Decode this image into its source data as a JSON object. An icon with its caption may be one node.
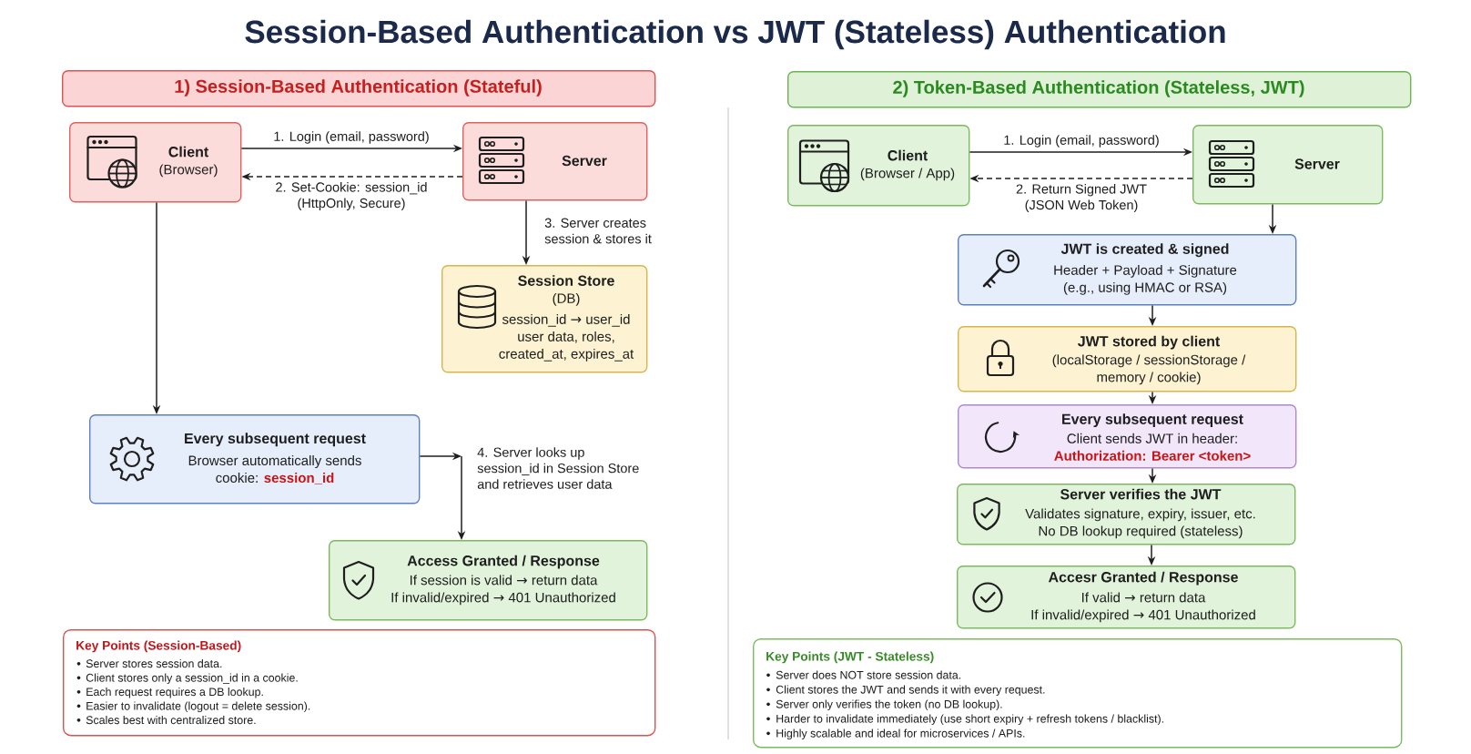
{
  "diagram": {
    "title": "Session-Based Authentication vs JWT (Stateless) Authentication",
    "nodes": [
      {
        "text": [
          "1) Session-Based Authentication (Stateful)"
        ]
      },
      {
        "text": [
          "Client",
          "(Browser)"
        ]
      },
      {
        "text": [
          "Server"
        ]
      },
      {
        "text": [
          "Session Store",
          "(DB)",
          "session_id → user_id",
          "user data, roles, created_at, expires_at"
        ]
      },
      {
        "text": [
          "Every subsequent request",
          "Browser automatically sends cookie:",
          "session_id"
        ]
      },
      {
        "text": [
          "Access Granted / Response",
          "If session is valid → return data",
          "If invalid/expired → 401 Unauthorized"
        ]
      },
      {
        "text": [
          "Key Points (Session-Based)",
          "Server stores session data.",
          "Client stores only a session_id in a cookie.",
          "Each request requires a DB lookup.",
          "Easier to invalidate (logout = delete session).",
          "Scales best with centralized store."
        ]
      },
      {
        "text": [
          "2) Token-Based Authentication (Stateless, JWT)"
        ]
      },
      {
        "text": [
          "Client",
          "(Browser / App)"
        ]
      },
      {
        "text": [
          "Server"
        ]
      },
      {
        "text": [
          "JWT is created & signed",
          "Header + Payload + Signature",
          "(e.g., using HMAC or RSA)"
        ]
      },
      {
        "text": [
          "JWT stored by client",
          "(localStorage / sessionStorage / memory / cookie)"
        ]
      },
      {
        "text": [
          "Every subsequent request",
          "Client sends JWT in header:",
          "Authorization: Bearer <token>"
        ]
      },
      {
        "text": [
          "Server verifies the JWT",
          "Validates signature, expiry, issuer, etc.",
          "No DB lookup required (stateless)"
        ]
      },
      {
        "text": [
          "Accesr Granted / Response",
          "If valid → return data",
          "If invalid/expired → 401 Unauthorized"
        ]
      },
      {
        "text": [
          "Key Points (JWT - Stateless)",
          "Server does NOT store session data.",
          "Client stores the JWT and sends it with every request.",
          "Server only verifies the token (no DB lookup).",
          "Harder to invalidate immediately (use short expiry + refresh tokens / blacklist).",
          "Highly scalable and ideal for microservices / APIs."
        ]
      }
    ],
    "edges": [
      {
        "from": 1,
        "to": 2,
        "arrow": "to",
        "label": "1. Login (email, password)"
      },
      {
        "from": 2,
        "to": 1,
        "arrow": "to",
        "style": "dashed",
        "label": "2. Set-Cookie: session_id (HttpOnly, Secure)"
      },
      {
        "from": 2,
        "to": 3,
        "arrow": "to",
        "label": "3. Server creates session & stores it"
      },
      {
        "from": 1,
        "to": 4,
        "arrow": "to"
      },
      {
        "from": 4,
        "to": 5,
        "arrow": "to",
        "label": "4. Server looks up session_id in Session Store and retrieves user data"
      },
      {
        "from": 8,
        "to": 9,
        "arrow": "to",
        "label": "1. Login (email, password)"
      },
      {
        "from": 9,
        "to": 8,
        "arrow": "to",
        "style": "dashed",
        "label": "2. Return Signed JWT (JSON Web Token)"
      },
      {
        "from": 9,
        "to": 10,
        "arrow": "to"
      },
      {
        "from": 10,
        "to": 11,
        "arrow": "to"
      },
      {
        "from": 11,
        "to": 12,
        "arrow": "to"
      },
      {
        "from": 12,
        "to": 13,
        "arrow": "to"
      },
      {
        "from": 13,
        "to": 14,
        "arrow": "to"
      }
    ]
  }
}
